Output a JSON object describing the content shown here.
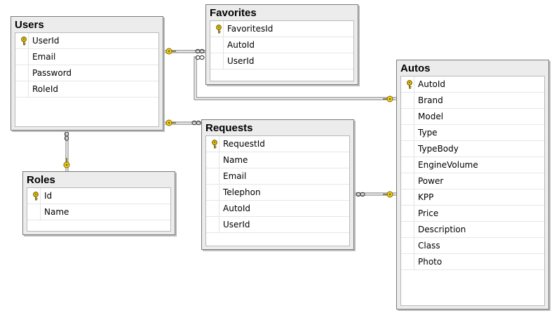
{
  "tables": {
    "users": {
      "title": "Users",
      "columns": [
        "UserId",
        "Email",
        "Password",
        "RoleId"
      ],
      "key_column": "UserId"
    },
    "favorites": {
      "title": "Favorites",
      "columns": [
        "FavoritesId",
        "AutoId",
        "UserId"
      ],
      "key_column": "FavoritesId"
    },
    "autos": {
      "title": "Autos",
      "columns": [
        "AutoId",
        "Brand",
        "Model",
        "Type",
        "TypeBody",
        "EngineVolume",
        "Power",
        "KPP",
        "Price",
        "Description",
        "Class",
        "Photo"
      ],
      "key_column": "AutoId"
    },
    "requests": {
      "title": "Requests",
      "columns": [
        "RequestId",
        "Name",
        "Email",
        "Telephon",
        "AutoId",
        "UserId"
      ],
      "key_column": "RequestId"
    },
    "roles": {
      "title": "Roles",
      "columns": [
        "Id",
        "Name"
      ],
      "key_column": "Id"
    }
  },
  "relationships": [
    {
      "from": "Users",
      "to": "Favorites",
      "one_end": "Users",
      "many_end": "Favorites"
    },
    {
      "from": "Autos",
      "to": "Favorites",
      "one_end": "Autos",
      "many_end": "Favorites"
    },
    {
      "from": "Users",
      "to": "Requests",
      "one_end": "Users",
      "many_end": "Requests"
    },
    {
      "from": "Autos",
      "to": "Requests",
      "one_end": "Autos",
      "many_end": "Requests"
    },
    {
      "from": "Roles",
      "to": "Users",
      "one_end": "Roles",
      "many_end": "Users"
    }
  ],
  "colors": {
    "key_icon": "#e8c400",
    "connector": "#808080",
    "table_frame": "#ececec"
  },
  "icons": {
    "primary_key": "key-icon",
    "one_end": "key-icon",
    "many_end": "infinity-icon"
  }
}
